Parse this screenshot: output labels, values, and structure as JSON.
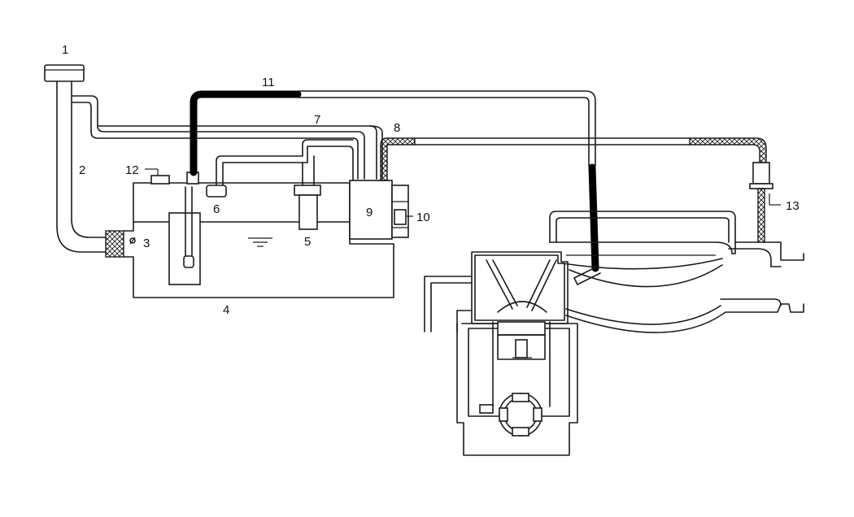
{
  "callouts": {
    "c1": "1",
    "c2": "2",
    "c3": "3",
    "c4": "4",
    "c5": "5",
    "c6": "6",
    "c7": "7",
    "c8": "8",
    "c9": "9",
    "c10": "10",
    "c11": "11",
    "c12": "12",
    "c13": "13"
  },
  "colors": {
    "line": "#1a1a1a",
    "background": "#ffffff",
    "hose": "#000000"
  }
}
